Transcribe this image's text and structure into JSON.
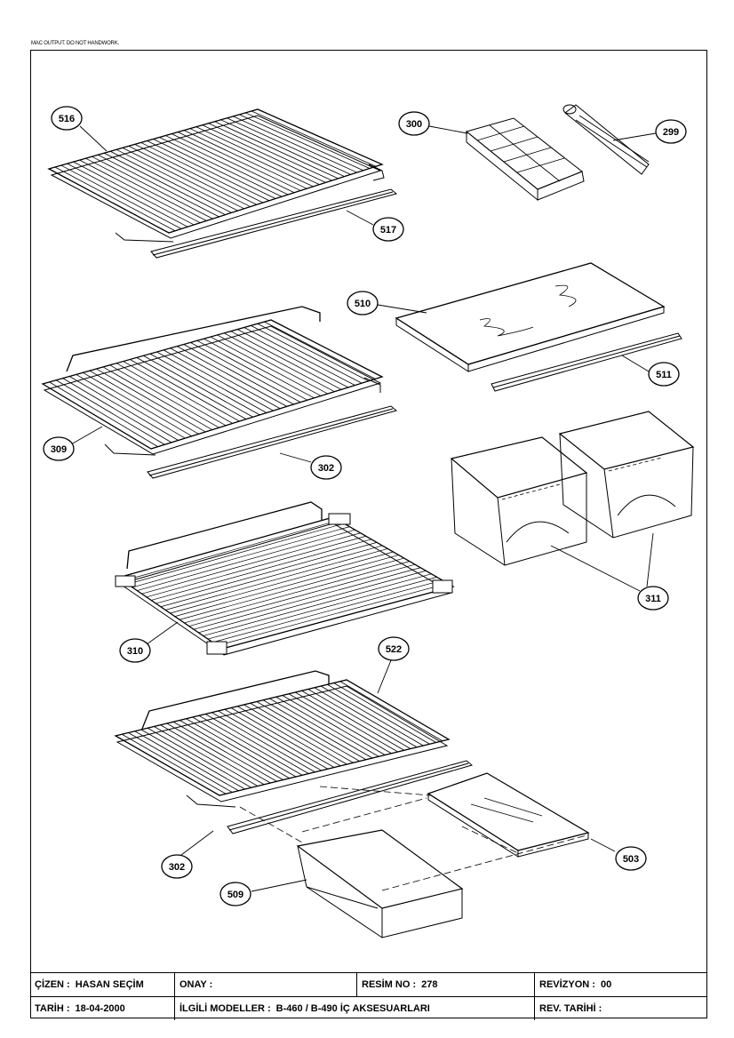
{
  "header_note": "MAC OUTPUT. DO NOT HANDWORK.",
  "callouts": {
    "c516": "516",
    "c517": "517",
    "c300": "300",
    "c299": "299",
    "c510": "510",
    "c511": "511",
    "c309": "309",
    "c302a": "302",
    "c311": "311",
    "c310": "310",
    "c522": "522",
    "c302b": "302",
    "c503": "503",
    "c509": "509"
  },
  "title_block": {
    "cizen_label": "ÇİZEN :",
    "cizen_value": "HASAN SEÇİM",
    "onay_label": "ONAY :",
    "resim_label": "RESİM NO :",
    "resim_value": "278",
    "revizyon_label": "REVİZYON :",
    "revizyon_value": "00",
    "tarih_label": "TARİH :",
    "tarih_value": "18-04-2000",
    "modeller_label": "İLGİLİ MODELLER :",
    "modeller_value": "B-460 / B-490 İÇ AKSESUARLARI",
    "rev_tarihi_label": "REV. TARİHİ :"
  }
}
